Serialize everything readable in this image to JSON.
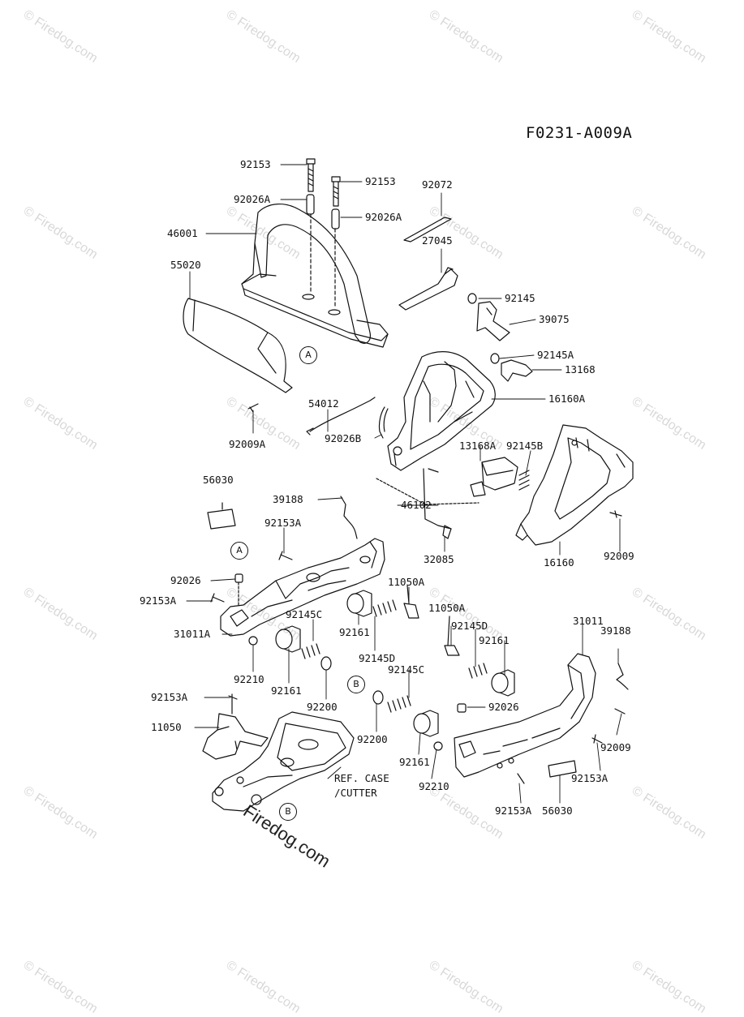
{
  "figure_code": "F0231-A009A",
  "watermark_text": "© Firedog.com",
  "big_watermark_text": "Firedog.com",
  "ref_label_line1": "REF. CASE",
  "ref_label_line2": "/CUTTER",
  "callouts": {
    "A": "A",
    "B": "B"
  },
  "part_labels": [
    "92153",
    "92153",
    "92026A",
    "92026A",
    "46001",
    "55020",
    "92072",
    "27045",
    "92145",
    "39075",
    "92145A",
    "13168",
    "16160A",
    "54012",
    "92009A",
    "92026B",
    "13168A",
    "92145B",
    "46102",
    "32085",
    "16160",
    "92009",
    "56030",
    "39188",
    "92153A",
    "92026",
    "92153A",
    "31011A",
    "11050A",
    "92145C",
    "92161",
    "92145D",
    "92210",
    "92161",
    "92200",
    "11050A",
    "92145D",
    "92161",
    "31011",
    "39188",
    "92145C",
    "92026",
    "92009",
    "92153A",
    "11050",
    "92200",
    "92161",
    "92210",
    "92153A",
    "56030",
    "92153A"
  ],
  "colors": {
    "ink": "#111111",
    "watermark": "#d8d8d8",
    "background": "#ffffff"
  }
}
